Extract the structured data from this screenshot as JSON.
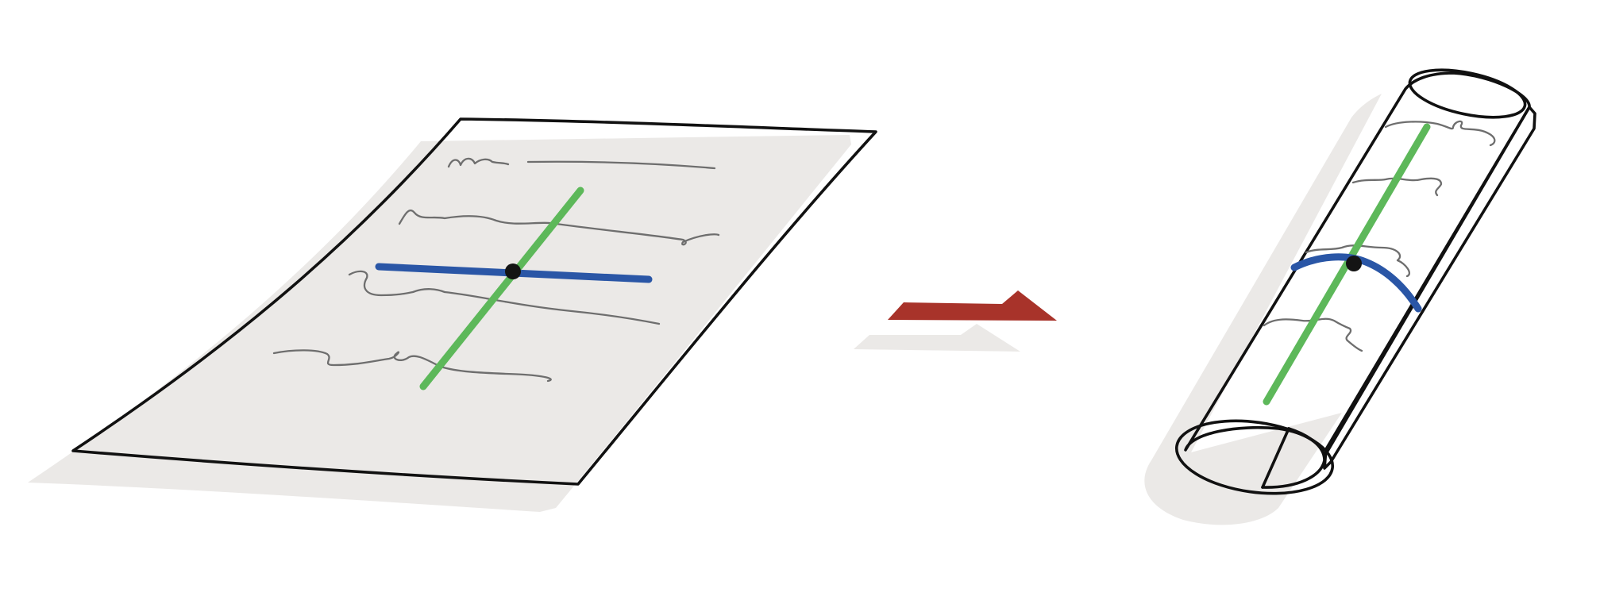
{
  "colors": {
    "paper": "#f6dac1",
    "outline": "#111111",
    "shadow": "#ebe9e7",
    "scribble": "#6e6e6e",
    "green_line": "#5db85a",
    "blue_line": "#2a56a6",
    "point": "#141414",
    "arrow": "#a8332a",
    "arrow_shadow": "#ebe9e7"
  },
  "icons": {
    "flat_sheet": "flat-paper-sheet",
    "rolled_sheet": "rolled-paper-cylinder",
    "transform_arrow": "right-arrow"
  }
}
